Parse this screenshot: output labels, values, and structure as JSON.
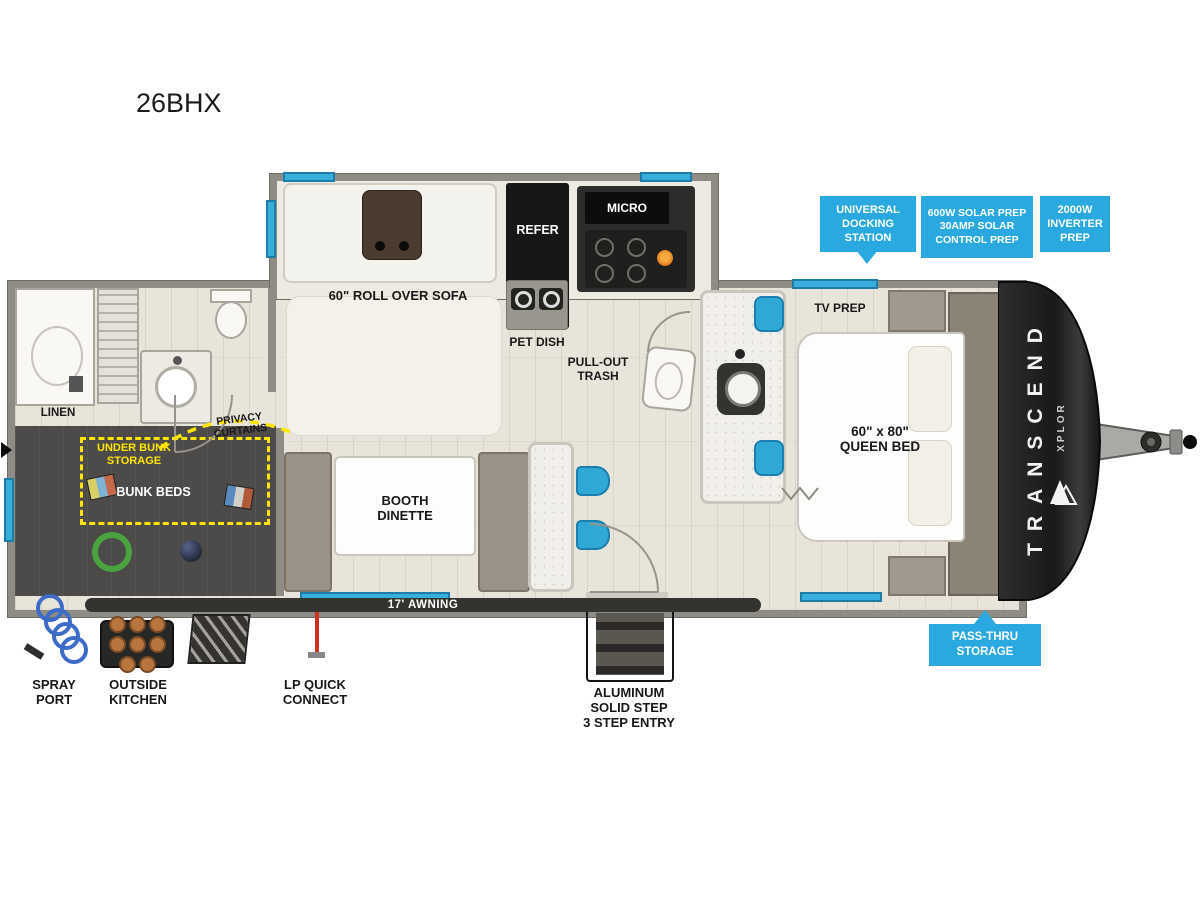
{
  "title": "26BHX",
  "brand": {
    "name": "TRANSCEND",
    "series": "XPLOR"
  },
  "colors": {
    "badge_blue": "#29a9e0",
    "highlight_yellow": "#ffe600",
    "window_teal": "#38aedd",
    "wall_gray": "#8e8c84",
    "accent_orange": "#e07820"
  },
  "badges": {
    "docking_station": "UNIVERSAL\nDOCKING\nSTATION",
    "solar_prep": "600W SOLAR PREP\n30AMP SOLAR\nCONTROL PREP",
    "inverter_prep": "2000W\nINVERTER\nPREP",
    "pass_thru": "PASS-THRU\nSTORAGE"
  },
  "interior": {
    "linen": "LINEN",
    "privacy_curtains": "PRIVACY\nCURTAINS",
    "under_bunk_storage": "UNDER BUNK\nSTORAGE",
    "bunk_beds": "BUNK BEDS",
    "sofa": "60\" ROLL OVER SOFA",
    "refrigerator": "REFER",
    "microwave": "MICRO",
    "pet_dish": "PET DISH",
    "pull_out_trash": "PULL-OUT\nTRASH",
    "tv_prep": "TV PREP",
    "queen_bed": "60\" x 80\"\nQUEEN BED",
    "booth_dinette": "BOOTH\nDINETTE"
  },
  "exterior": {
    "awning": "17' AWNING",
    "spray_port": "SPRAY\nPORT",
    "outside_kitchen": "OUTSIDE\nKITCHEN",
    "lp_quick_connect": "LP QUICK\nCONNECT",
    "entry_step": "ALUMINUM\nSOLID STEP\n3 STEP ENTRY"
  }
}
